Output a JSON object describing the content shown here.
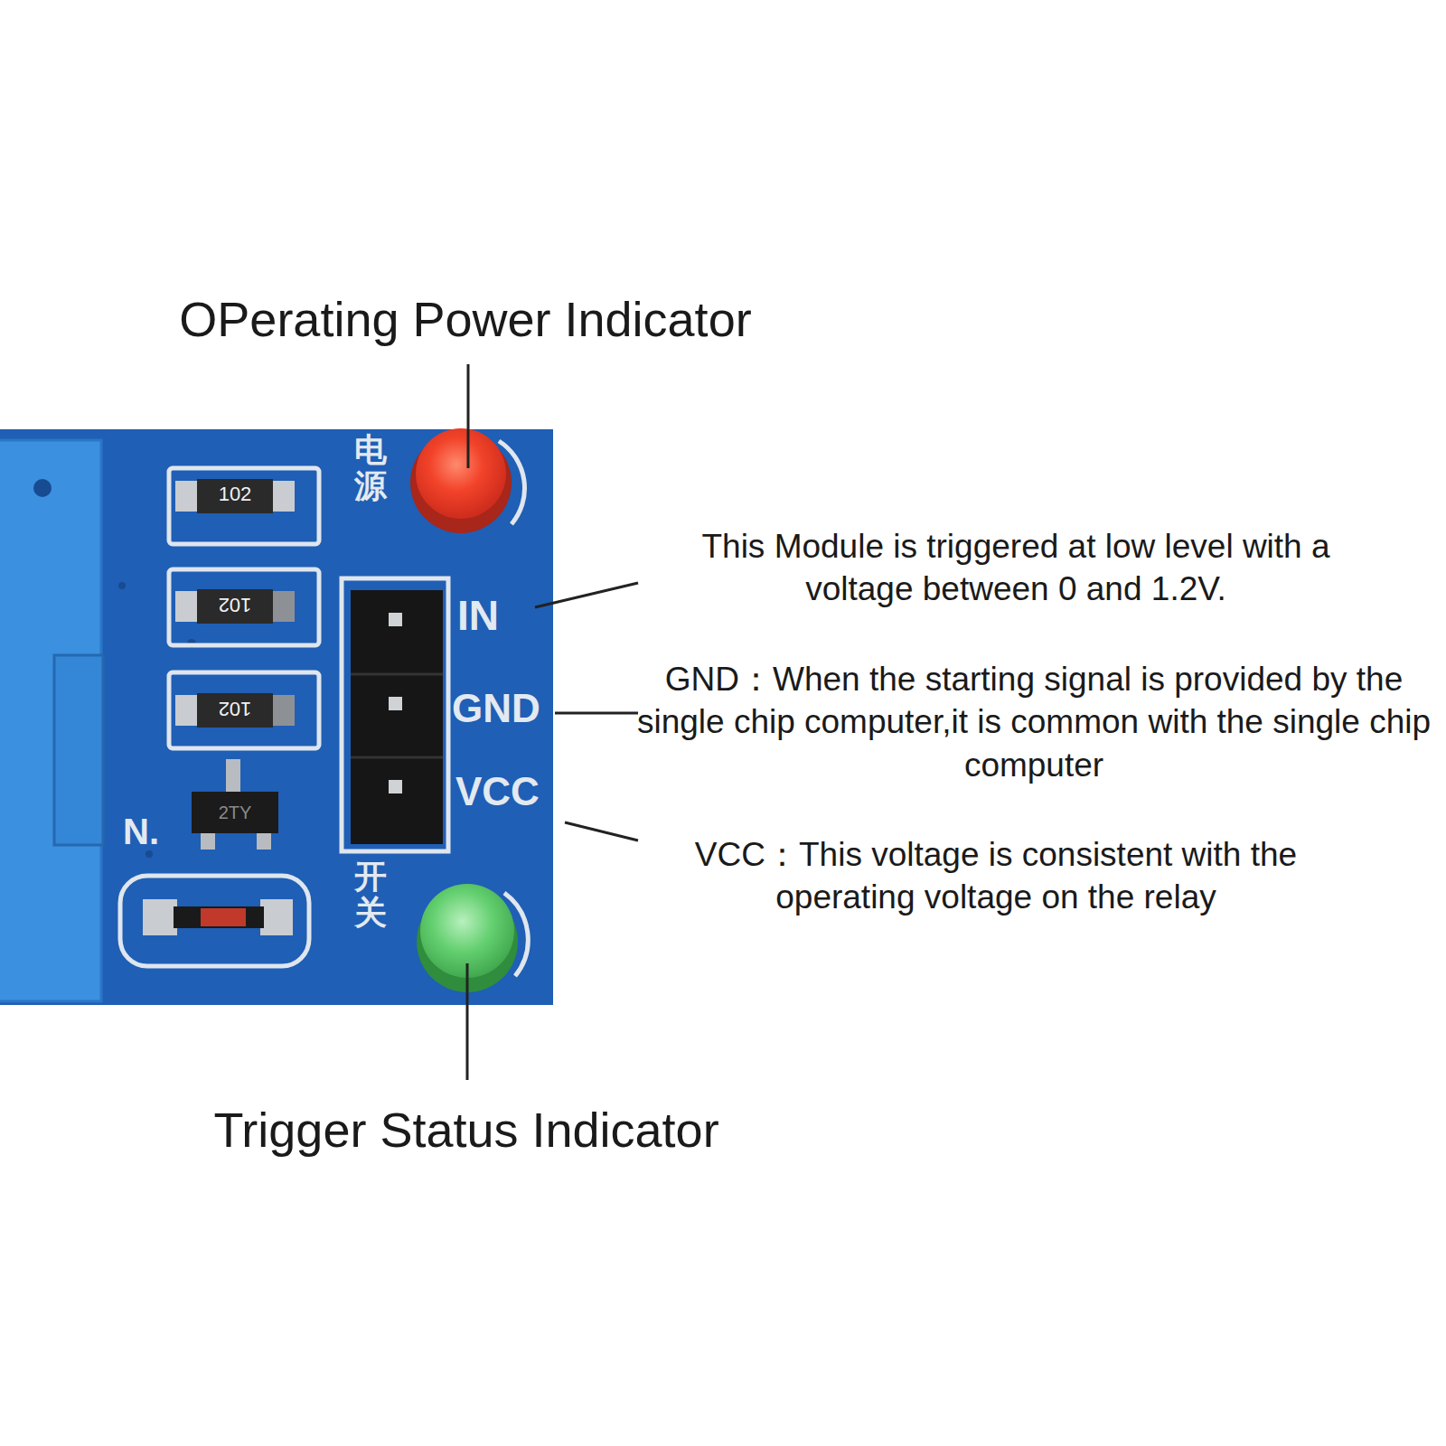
{
  "diagram": {
    "labels": [
      "OPerating Power Indicator",
      "102",
      "电源",
      "102",
      "IN",
      "This Module is triggered at low level with a voltage between 0 and 1.2V.",
      "102",
      "GND",
      "GND：When the starting signal is provided by the single chip computer,it is common with the single chip computer",
      "2TY",
      "N.",
      "VCC",
      "VCC：This voltage is consistent with the operating voltage on the relay",
      "开关",
      "Trigger Status Indicator"
    ]
  }
}
